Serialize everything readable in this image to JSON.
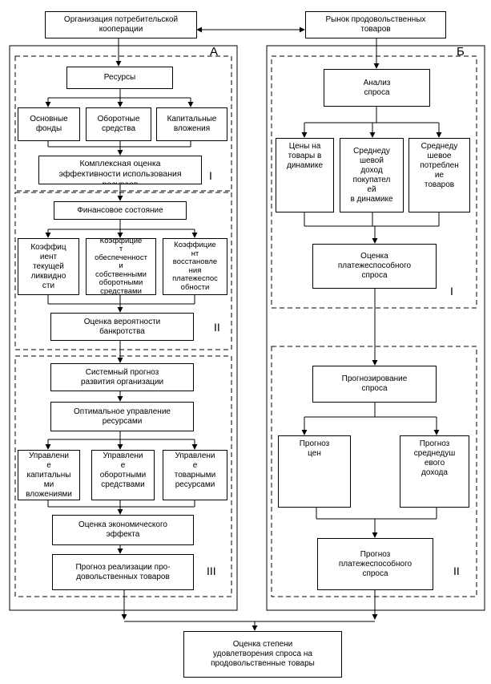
{
  "org": "Организация потребительской\nкооперации",
  "market": "Рынок продовольственных\nтоваров",
  "sections": {
    "a": "А",
    "b": "Б"
  },
  "left": {
    "resources": "Ресурсы",
    "fixed_assets": "Основные\nфонды",
    "working_capital": "Оборотные\nсредства",
    "capital_investments": "Капитальные\nвложения",
    "complex_eval": "Комплексная оценка\nэффективности использования\nресурсов",
    "roman1": "I",
    "fin_state": "Финансовое состояние",
    "current_liquidity": "Коэффиц\nиент\nтекущей\nликвидно\nсти",
    "self_funded": "Коэффицие\nт\nобеспеченност\nи\nсобственными\nоборотными\nсредствами",
    "restoration": "Коэффицие\nнт\nвосстановле\nния\nплатежеспос\nобности",
    "bankruptcy": "Оценка вероятности\nбанкротства",
    "roman2": "II",
    "system_forecast": "Системный прогноз\nразвития организации",
    "optimal_mgmt": "Оптимальное управление\nресурсами",
    "mgmt_capital": "Управлени\nе\nкапитальны\nми\nвложениями",
    "mgmt_working": "Управлени\nе\nоборотными\nсредствами",
    "mgmt_goods": "Управлени\nе\nтоварными\nресурсами",
    "econ_effect": "Оценка экономического\nэффекта",
    "sales_forecast": "Прогноз реализации про-\nдовольственных товаров",
    "roman3": "III"
  },
  "right": {
    "demand_analysis": "Анализ\nспроса",
    "prices_dynamics": "Цены на\nтовары в\nдинамике",
    "avg_income": "Среднеду\nшевой\nдоход\nпокупател\nей\nв динамике",
    "avg_consumption": "Среднеду\nшевое\nпотреблен\nие\nтоваров",
    "solvent_eval": "Оценка\nплатежеспособного\nспроса",
    "roman1": "I",
    "demand_forecasting": "Прогнозирование\nспроса",
    "price_forecast": "Прогноз\nцен",
    "income_forecast": "Прогноз\nсреднедуш\nевого\nдохода",
    "solvent_forecast": "Прогноз\nплатежеспособного\nспроса",
    "roman2": "II"
  },
  "final": "Оценка степени\nудовлетворения спроса на\nпродовольственные товары"
}
